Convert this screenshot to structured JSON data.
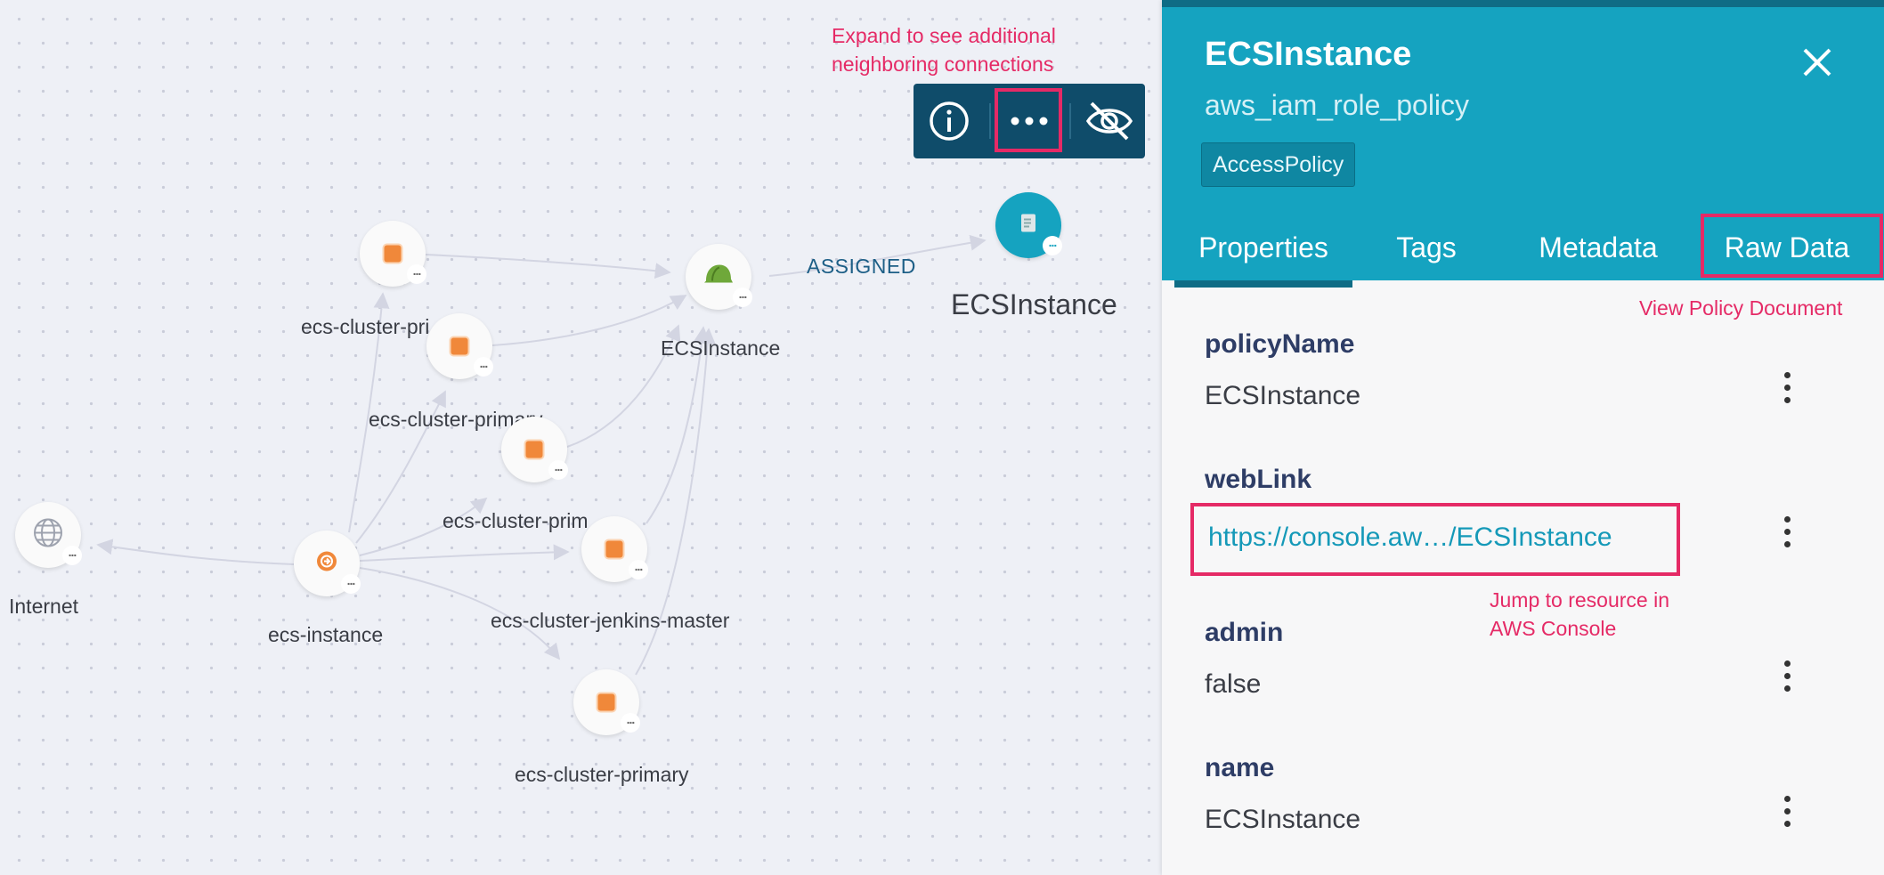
{
  "graph": {
    "nodes": {
      "node_top_left": {
        "label": "ecs-cluster-pri",
        "icon": "ec2-instance-icon"
      },
      "node_mid_left": {
        "label": "ecs-cluster-primary",
        "icon": "ec2-instance-icon"
      },
      "node_center": {
        "label": "ecs-cluster-prim",
        "icon": "ec2-instance-icon"
      },
      "node_jenkins": {
        "label": "ecs-cluster-jenkins-master",
        "icon": "ec2-instance-icon"
      },
      "node_bottom": {
        "label": "ecs-cluster-primary",
        "icon": "ec2-instance-icon"
      },
      "node_role": {
        "label": "ECSInstance",
        "icon": "iam-role-helmet-icon"
      },
      "node_profile": {
        "label": "ecs-instance",
        "icon": "instance-profile-icon"
      },
      "node_internet": {
        "label": "Internet",
        "icon": "globe-icon"
      },
      "node_selected": {
        "label": "ECSInstance",
        "icon": "policy-document-icon"
      }
    },
    "edge_label": "ASSIGNED",
    "more_glyph": "..."
  },
  "annotations": {
    "expand": "Expand to see additional\nneighboring connections",
    "view_policy": "View Policy Document",
    "jump": "Jump to resource in\nAWS Console"
  },
  "toolbar": {
    "info_icon": "info-icon",
    "expand_icon": "more-horizontal-icon",
    "hide_icon": "eye-off-icon"
  },
  "panel": {
    "title": "ECSInstance",
    "subtitle": "aws_iam_role_policy",
    "badge": "AccessPolicy",
    "tabs": [
      "Properties",
      "Tags",
      "Metadata",
      "Raw Data"
    ],
    "active_tab": "Properties",
    "fields": [
      {
        "label": "policyName",
        "value": "ECSInstance"
      },
      {
        "label": "webLink",
        "value": "https://console.aw…/ECSInstance"
      },
      {
        "label": "admin",
        "value": "false"
      },
      {
        "label": "name",
        "value": "ECSInstance"
      }
    ]
  },
  "colors": {
    "panel_header": "#15a3c0",
    "toolbar": "#0f4c6a",
    "annotation": "#e52a66",
    "node_accent": "#f0883a",
    "selected_node": "#15a3c0"
  }
}
